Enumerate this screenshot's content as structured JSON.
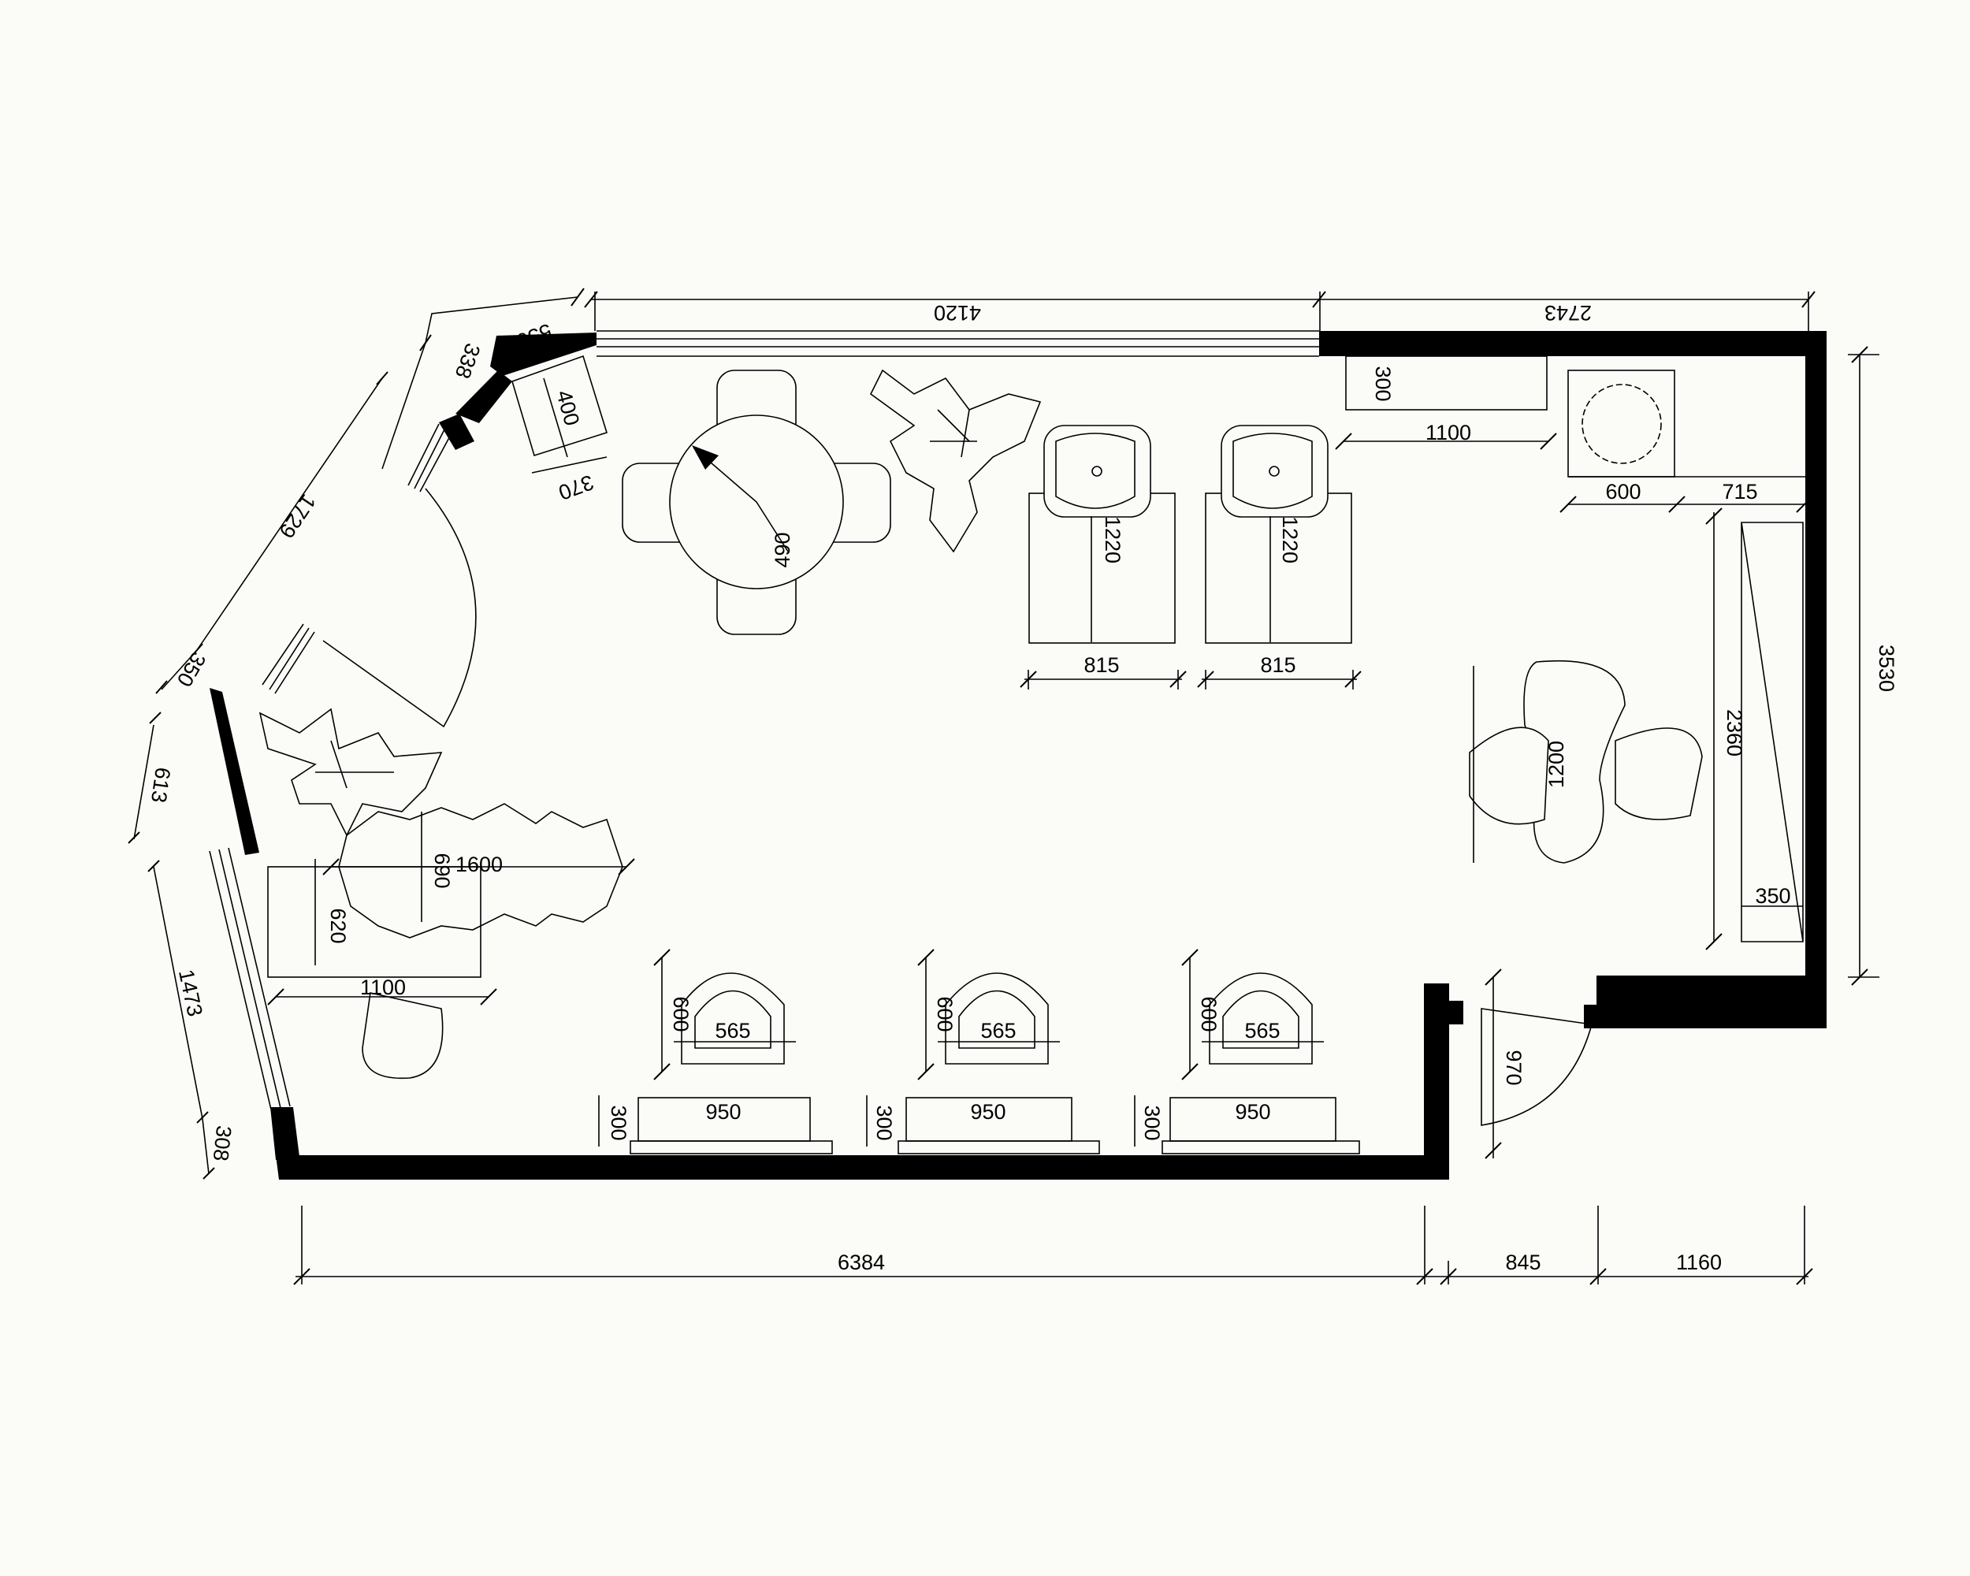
{
  "plan": {
    "overall": {
      "top_left": "4120",
      "top_right": "2743",
      "right_height": "3530",
      "bottom_main": "6384",
      "bottom_door": "845",
      "bottom_right": "1160"
    },
    "left_wall": {
      "seg_550": "550",
      "seg_338": "338",
      "seg_1729": "1729",
      "seg_350": "350",
      "seg_613": "613",
      "seg_1473": "1473",
      "seg_308": "308"
    },
    "counter_small": {
      "width": "400",
      "depth": "370"
    },
    "round_table": {
      "radius": "490"
    },
    "wash_stations": [
      {
        "length": "1220",
        "width": "815"
      },
      {
        "length": "1220",
        "width": "815"
      }
    ],
    "right_area": {
      "shelf_depth": "300",
      "shelf_gap": "1100",
      "fridge_width": "600",
      "fridge_gap": "715",
      "cabinet_length": "2360",
      "cabinet_depth": "350"
    },
    "lounge": {
      "table_length": "1200"
    },
    "reception": {
      "desk_width": "1600",
      "desk_depth": "690",
      "return_depth": "620",
      "return_width": "1100"
    },
    "styling_chairs": [
      {
        "depth": "600",
        "width": "565"
      },
      {
        "depth": "600",
        "width": "565"
      },
      {
        "depth": "600",
        "width": "565"
      }
    ],
    "mirror_stations": [
      {
        "width": "950",
        "depth": "300"
      },
      {
        "width": "950",
        "depth": "300"
      },
      {
        "width": "950",
        "depth": "300"
      }
    ],
    "entry_door": {
      "width": "970"
    }
  }
}
